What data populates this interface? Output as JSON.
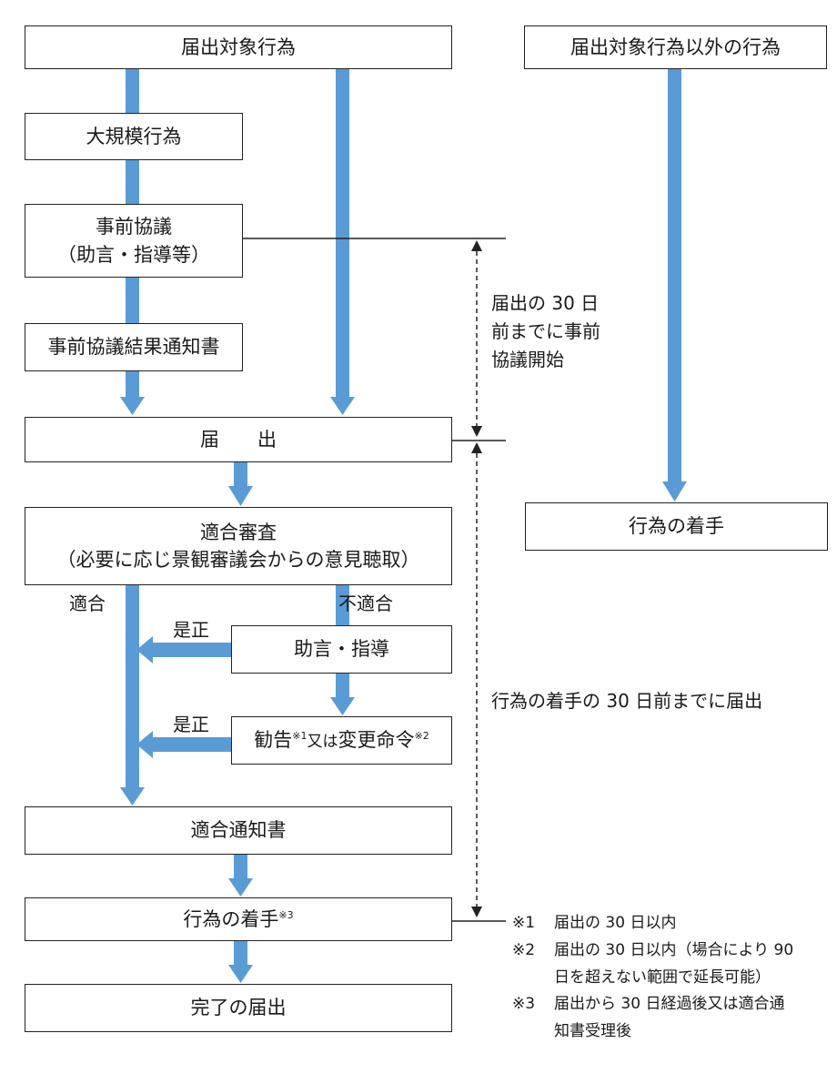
{
  "boxes": {
    "notify_target": "届出対象行為",
    "non_target": "届出対象行為以外の行為",
    "large_scale": "大規模行為",
    "pre_consult_1": "事前協議",
    "pre_consult_2": "（助言・指導等）",
    "pre_consult_result": "事前協議結果通知書",
    "notification": "届　　出",
    "review_1": "適合審査",
    "review_2": "（必要に応じ景観審議会からの意見聴取）",
    "advice": "助言・指導",
    "recommend": "勧告",
    "recommend_mark": "※1",
    "recommend_or": "又は",
    "change_order": "変更命令",
    "change_order_mark": "※2",
    "conform_notice": "適合通知書",
    "start_left": "行為の着手",
    "start_left_mark": "※3",
    "start_right": "行為の着手",
    "completion": "完了の届出"
  },
  "labels": {
    "conform": "適合",
    "nonconform": "不適合",
    "correct_1": "是正",
    "correct_2": "是正",
    "consult_period_1": "届出の 30 日",
    "consult_period_2": "前までに事前",
    "consult_period_3": "協議開始",
    "notify_period": "行為の着手の 30 日前までに届出"
  },
  "notes": [
    {
      "mark": "※1",
      "lines": [
        "届出の 30 日以内"
      ]
    },
    {
      "mark": "※2",
      "lines": [
        "届出の 30 日以内（場合により 90",
        "日を超えない範囲で延長可能）"
      ]
    },
    {
      "mark": "※3",
      "lines": [
        "届出から 30 日経過後又は適合通",
        "知書受理後"
      ]
    }
  ],
  "colors": {
    "arrow": "#5b9bd5",
    "border": "#222222"
  }
}
